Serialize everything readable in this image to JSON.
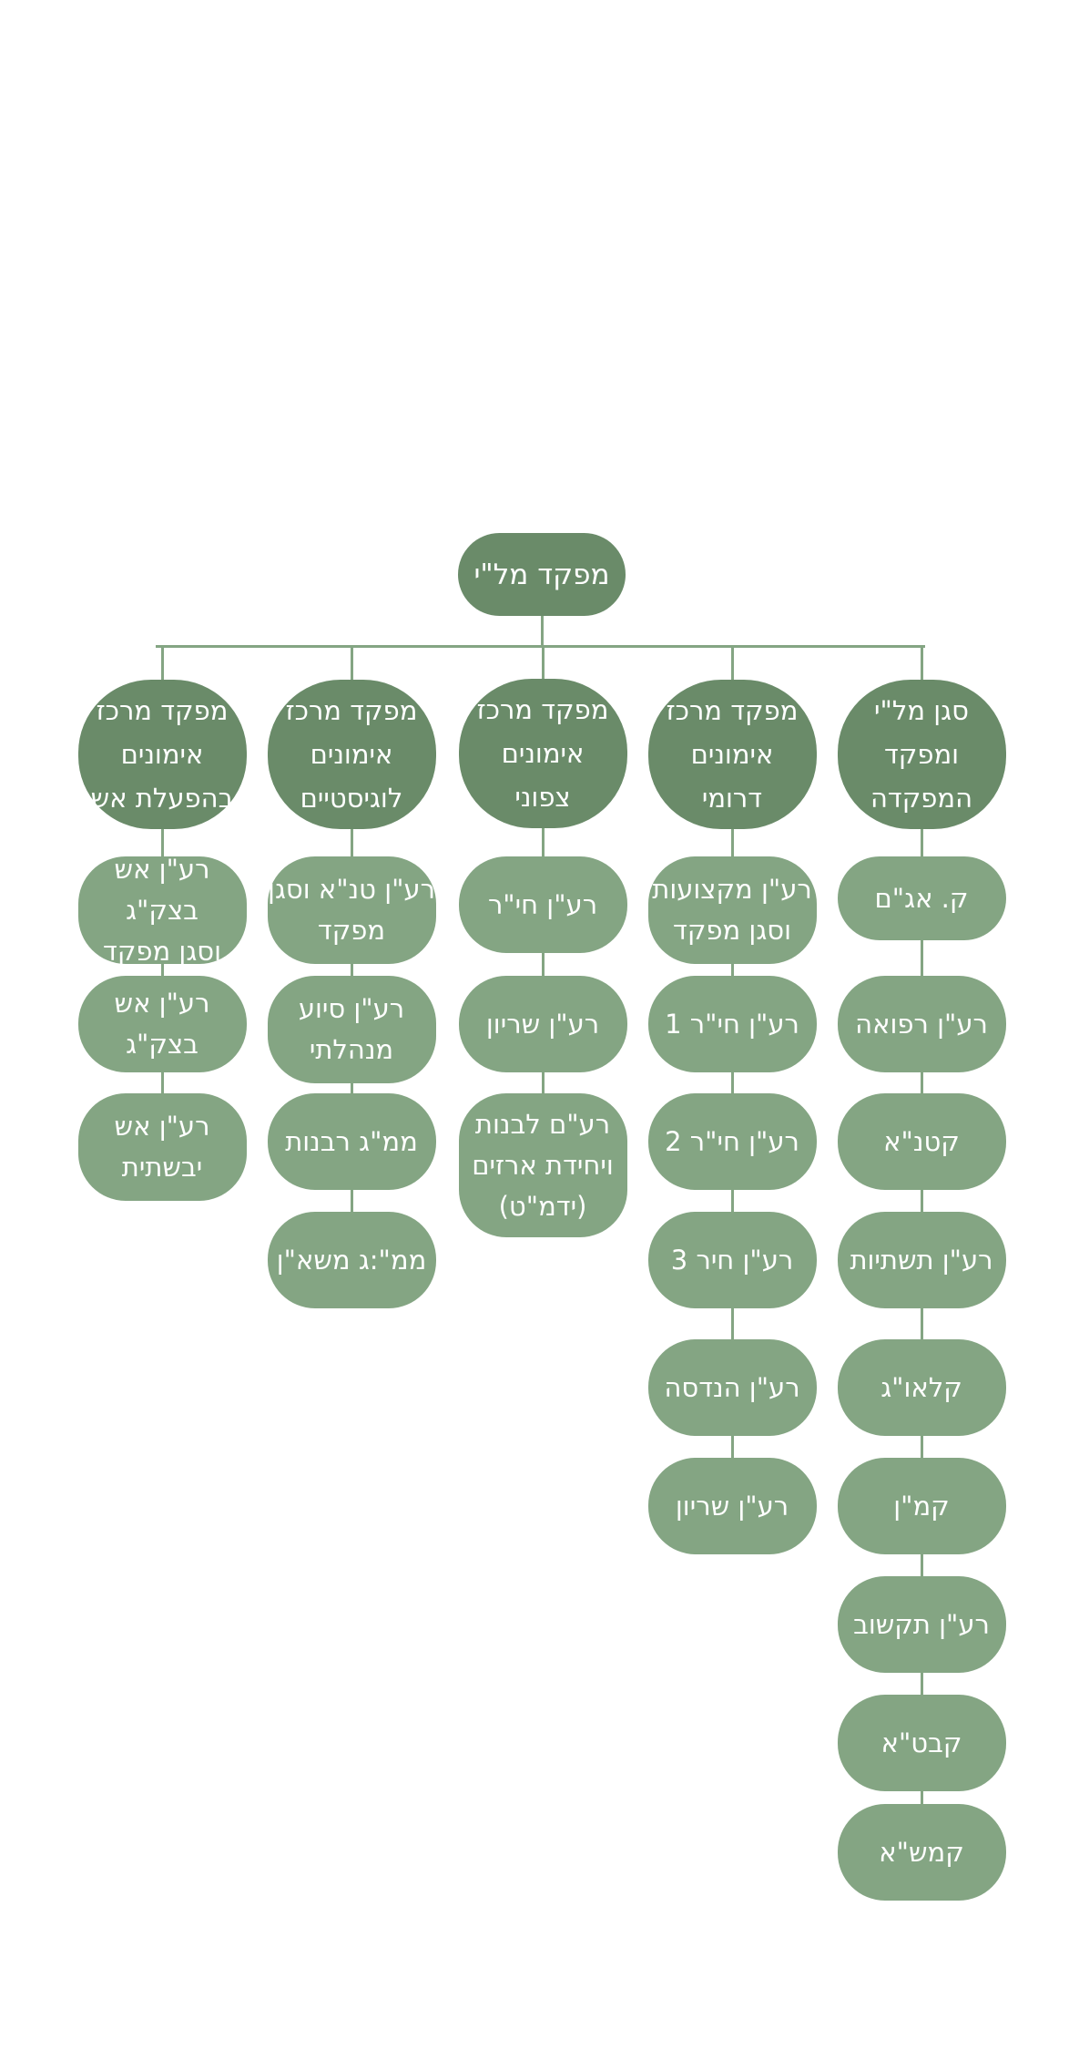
{
  "colors": {
    "dark": "#6a8b69",
    "light": "#84a583",
    "line": "#84a583",
    "background": "#ffffff"
  },
  "org": {
    "root": "מפקד מל\"י",
    "columns": [
      {
        "head": "מפקד מרכז\nאימונים\nבהפעלת אש",
        "children": [
          "רע\"ן אש בצק\"ג\nוסגן מפקד",
          "רע\"ן אש בצק\"ג",
          "רע\"ן אש\nיבשתית"
        ]
      },
      {
        "head": "מפקד מרכז\nאימונים\nלוגיסטיים",
        "children": [
          "רע\"ן טנ\"א וסגן\nמפקד",
          "רע\"ן סיוע\nמנהלתי",
          "ממ\"ג רבנות",
          "ממ\":ג משא\"ן"
        ]
      },
      {
        "head": "מפקד מרכז\nאימונים\nצפוני",
        "children": [
          "רע\"ן חי\"ר",
          "רע\"ן שריון",
          "רע\"ם לבנות\nויחידת ארזים\n(ידמ\"ט)"
        ]
      },
      {
        "head": "מפקד מרכז\nאימונים\nדרומי",
        "children": [
          "רע\"ן מקצועות\nוסגן מפקד",
          "רע\"ן חי\"ר 1",
          "רע\"ן חי\"ר 2",
          "רע\"ן חיר 3",
          "רע\"ן הנדסה",
          "רע\"ן שריון"
        ]
      },
      {
        "head": "סגן מל\"י\nומפקד המפקדה",
        "children": [
          "ק. אג\"ם",
          "רע\"ן רפואה",
          "קטנ\"א",
          "רע\"ן תשתיות",
          "קלאו\"ג",
          "קמ\"ן",
          "רע\"ן תקשוב",
          "קבט\"א",
          "קמש\"א"
        ]
      }
    ]
  }
}
